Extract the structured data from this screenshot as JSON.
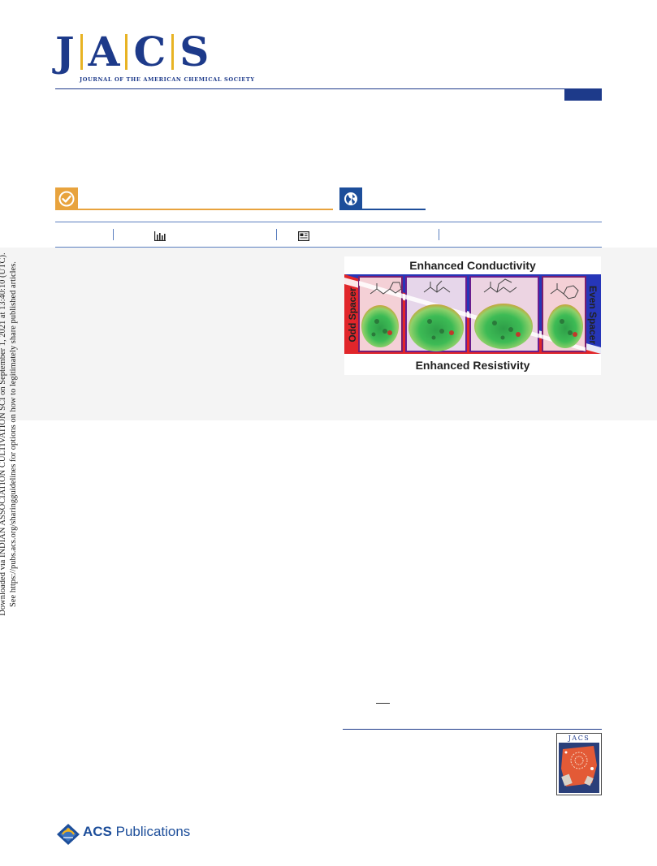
{
  "journal": {
    "letters": [
      "J",
      "A",
      "C",
      "S"
    ],
    "name": "JOURNAL OF THE AMERICAN CHEMICAL SOCIETY"
  },
  "toc_graphic": {
    "top_label": "Enhanced Conductivity",
    "bottom_label": "Enhanced Resistivity",
    "left_label": "Odd Spacer",
    "right_label": "Even Spacer"
  },
  "side_note": {
    "line1": "Downloaded via INDIAN ASSOCIATION CULTIVATION SCI on September 1, 2021 at 13:40:10 (UTC).",
    "line2": "See https://pubs.acs.org/sharingguidelines for options on how to legitimately share published articles."
  },
  "cover": {
    "title": "JACS"
  },
  "publisher": {
    "prefix": "ACS",
    "suffix": "Publications"
  },
  "icons": {
    "check": "check-circle-icon",
    "globe": "globe-icon",
    "metrics": "bar-chart-icon",
    "article": "newspaper-icon"
  },
  "colors": {
    "brand_blue": "#1d3a8a",
    "gold": "#e8b324",
    "orange_badge": "#e8a33d",
    "blue_badge": "#1d4e9a"
  }
}
